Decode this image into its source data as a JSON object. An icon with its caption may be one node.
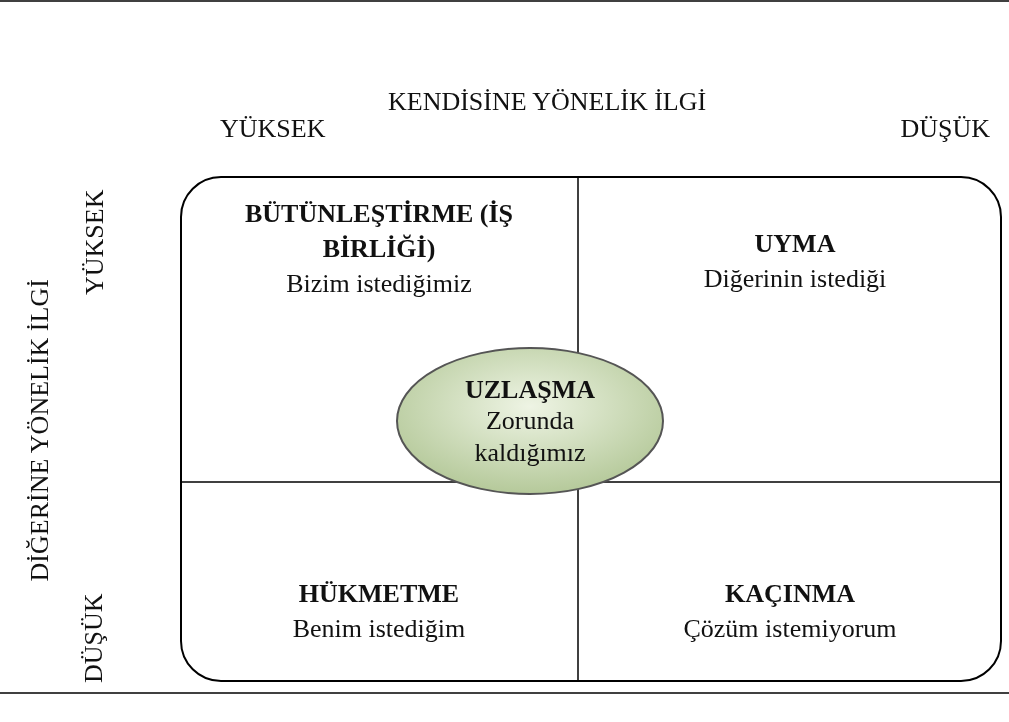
{
  "diagram": {
    "nodes": [
      {
        "text": [],
        "shape": "box"
      },
      {
        "text": [
          "BÜTÜNLEŞTİRME (İŞ BİRLİĞİ)",
          "Bizim istediğimiz"
        ],
        "in": 0
      },
      {
        "text": [
          "UYMA",
          "Diğerinin istediği"
        ],
        "in": 0
      },
      {
        "text": [
          "UZLAŞMA",
          "Zorunda kaldığımız"
        ],
        "in": 0
      },
      {
        "text": [
          "HÜKMETME",
          "Benim istediğim"
        ],
        "in": 0
      },
      {
        "text": [
          "KAÇINMA",
          "Çözüm istemiyorum"
        ],
        "in": 0
      }
    ],
    "edges": [],
    "labels": [
      "KENDİSİNE YÖNELİK İLGİ",
      "YÜKSEK",
      "DÜŞÜK",
      "DİĞERİNE YÖNELİK İLGİ",
      "YÜKSEK",
      "DÜŞÜK"
    ]
  }
}
